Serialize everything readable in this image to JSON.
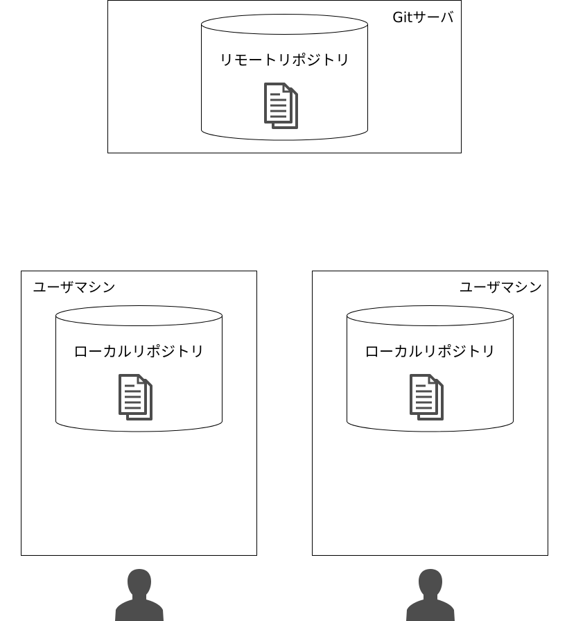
{
  "server": {
    "label": "Gitサーバ",
    "repository": {
      "label": "リモートリポジトリ",
      "icon": "documents-icon"
    }
  },
  "machines": [
    {
      "label": "ユーザマシン",
      "repository": {
        "label": "ローカルリポジトリ",
        "icon": "documents-icon"
      },
      "user_icon": "user-icon"
    },
    {
      "label": "ユーザマシン",
      "repository": {
        "label": "ローカルリポジトリ",
        "icon": "documents-icon"
      },
      "user_icon": "user-icon"
    }
  ],
  "colors": {
    "stroke": "#000000",
    "icon": "#4d4d4d",
    "background": "#ffffff"
  }
}
